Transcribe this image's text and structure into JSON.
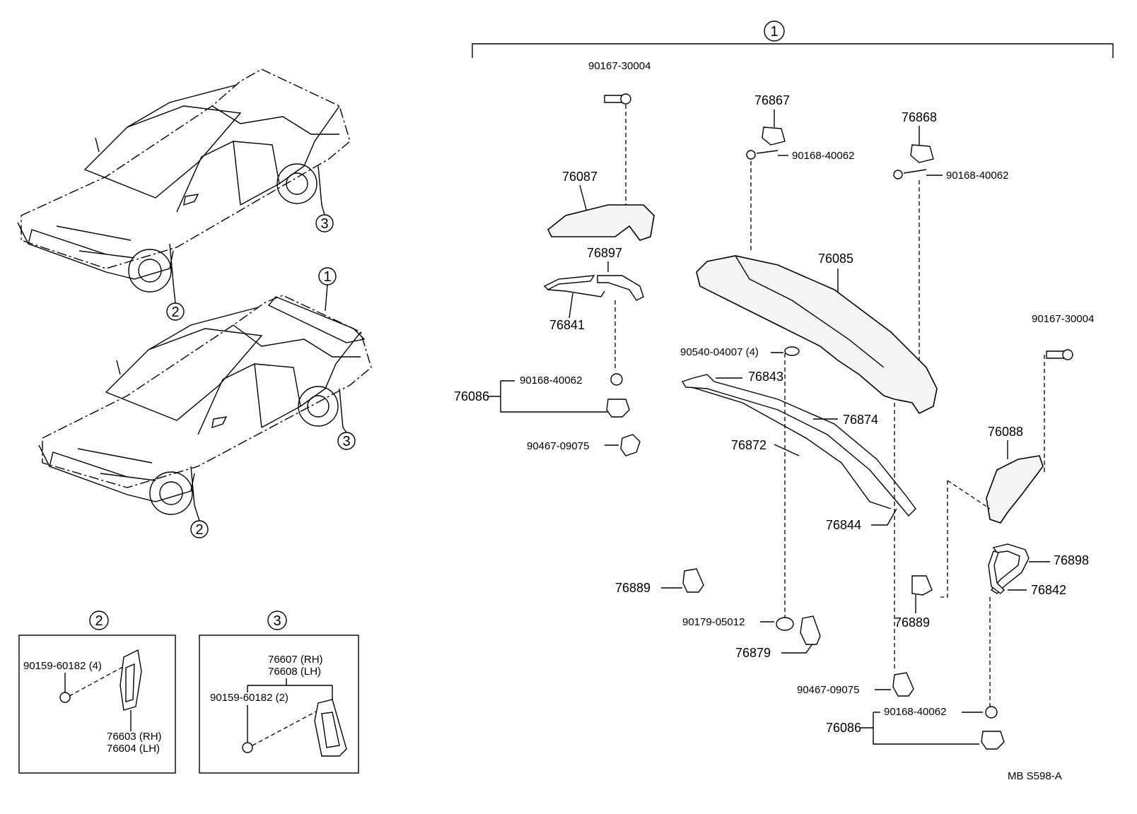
{
  "labels": {
    "p90167_30004_a": "90167-30004",
    "p76867": "76867",
    "p76868": "76868",
    "p90168_40062_a": "90168-40062",
    "p90168_40062_b": "90168-40062",
    "p76087": "76087",
    "p76897": "76897",
    "p76085": "76085",
    "p76841": "76841",
    "p90167_30004_b": "90167-30004",
    "p90540_04007": "90540-04007 (4)",
    "p76843": "76843",
    "p90168_40062_c": "90168-40062",
    "p76086_a": "76086",
    "p76874": "76874",
    "p76088": "76088",
    "p76872": "76872",
    "p90467_09075_a": "90467-09075",
    "p76844": "76844",
    "p76898": "76898",
    "p76889_a": "76889",
    "p76842": "76842",
    "p76889_b": "76889",
    "p90179_05012": "90179-05012",
    "p76879": "76879",
    "p90467_09075_b": "90467-09075",
    "p90168_40062_d": "90168-40062",
    "p76086_b": "76086",
    "box2_bolt": "90159-60182 (4)",
    "box2_rh": "76603 (RH)",
    "box2_lh": "76604 (LH)",
    "box3_rh": "76607 (RH)",
    "box3_lh": "76608 (LH)",
    "box3_bolt": "90159-60182 (2)",
    "footer_code": "MB  S598-A"
  },
  "callouts": {
    "c1": "1",
    "c2": "2",
    "c3": "3"
  },
  "colors": {
    "ink": "#000000",
    "paper": "#ffffff"
  }
}
